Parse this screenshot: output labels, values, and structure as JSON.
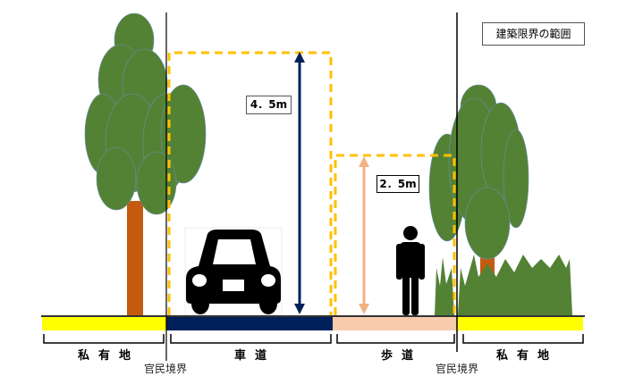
{
  "legend": {
    "label": "建築限界の範囲"
  },
  "dimensions": {
    "roadway_height": "4．5m",
    "sidewalk_height": "2．5m"
  },
  "zones": [
    {
      "label": "私有地",
      "color": "#ffff00"
    },
    {
      "label": "車道",
      "color": "#00205b"
    },
    {
      "label": "歩道",
      "color": "#f8cbad"
    },
    {
      "label": "私有地",
      "color": "#ffff00"
    }
  ],
  "boundaries": [
    "官民境界",
    "官民境界"
  ],
  "colors": {
    "clearance": "#ffc000",
    "tree": "#548235",
    "trunk": "#c55a11"
  }
}
